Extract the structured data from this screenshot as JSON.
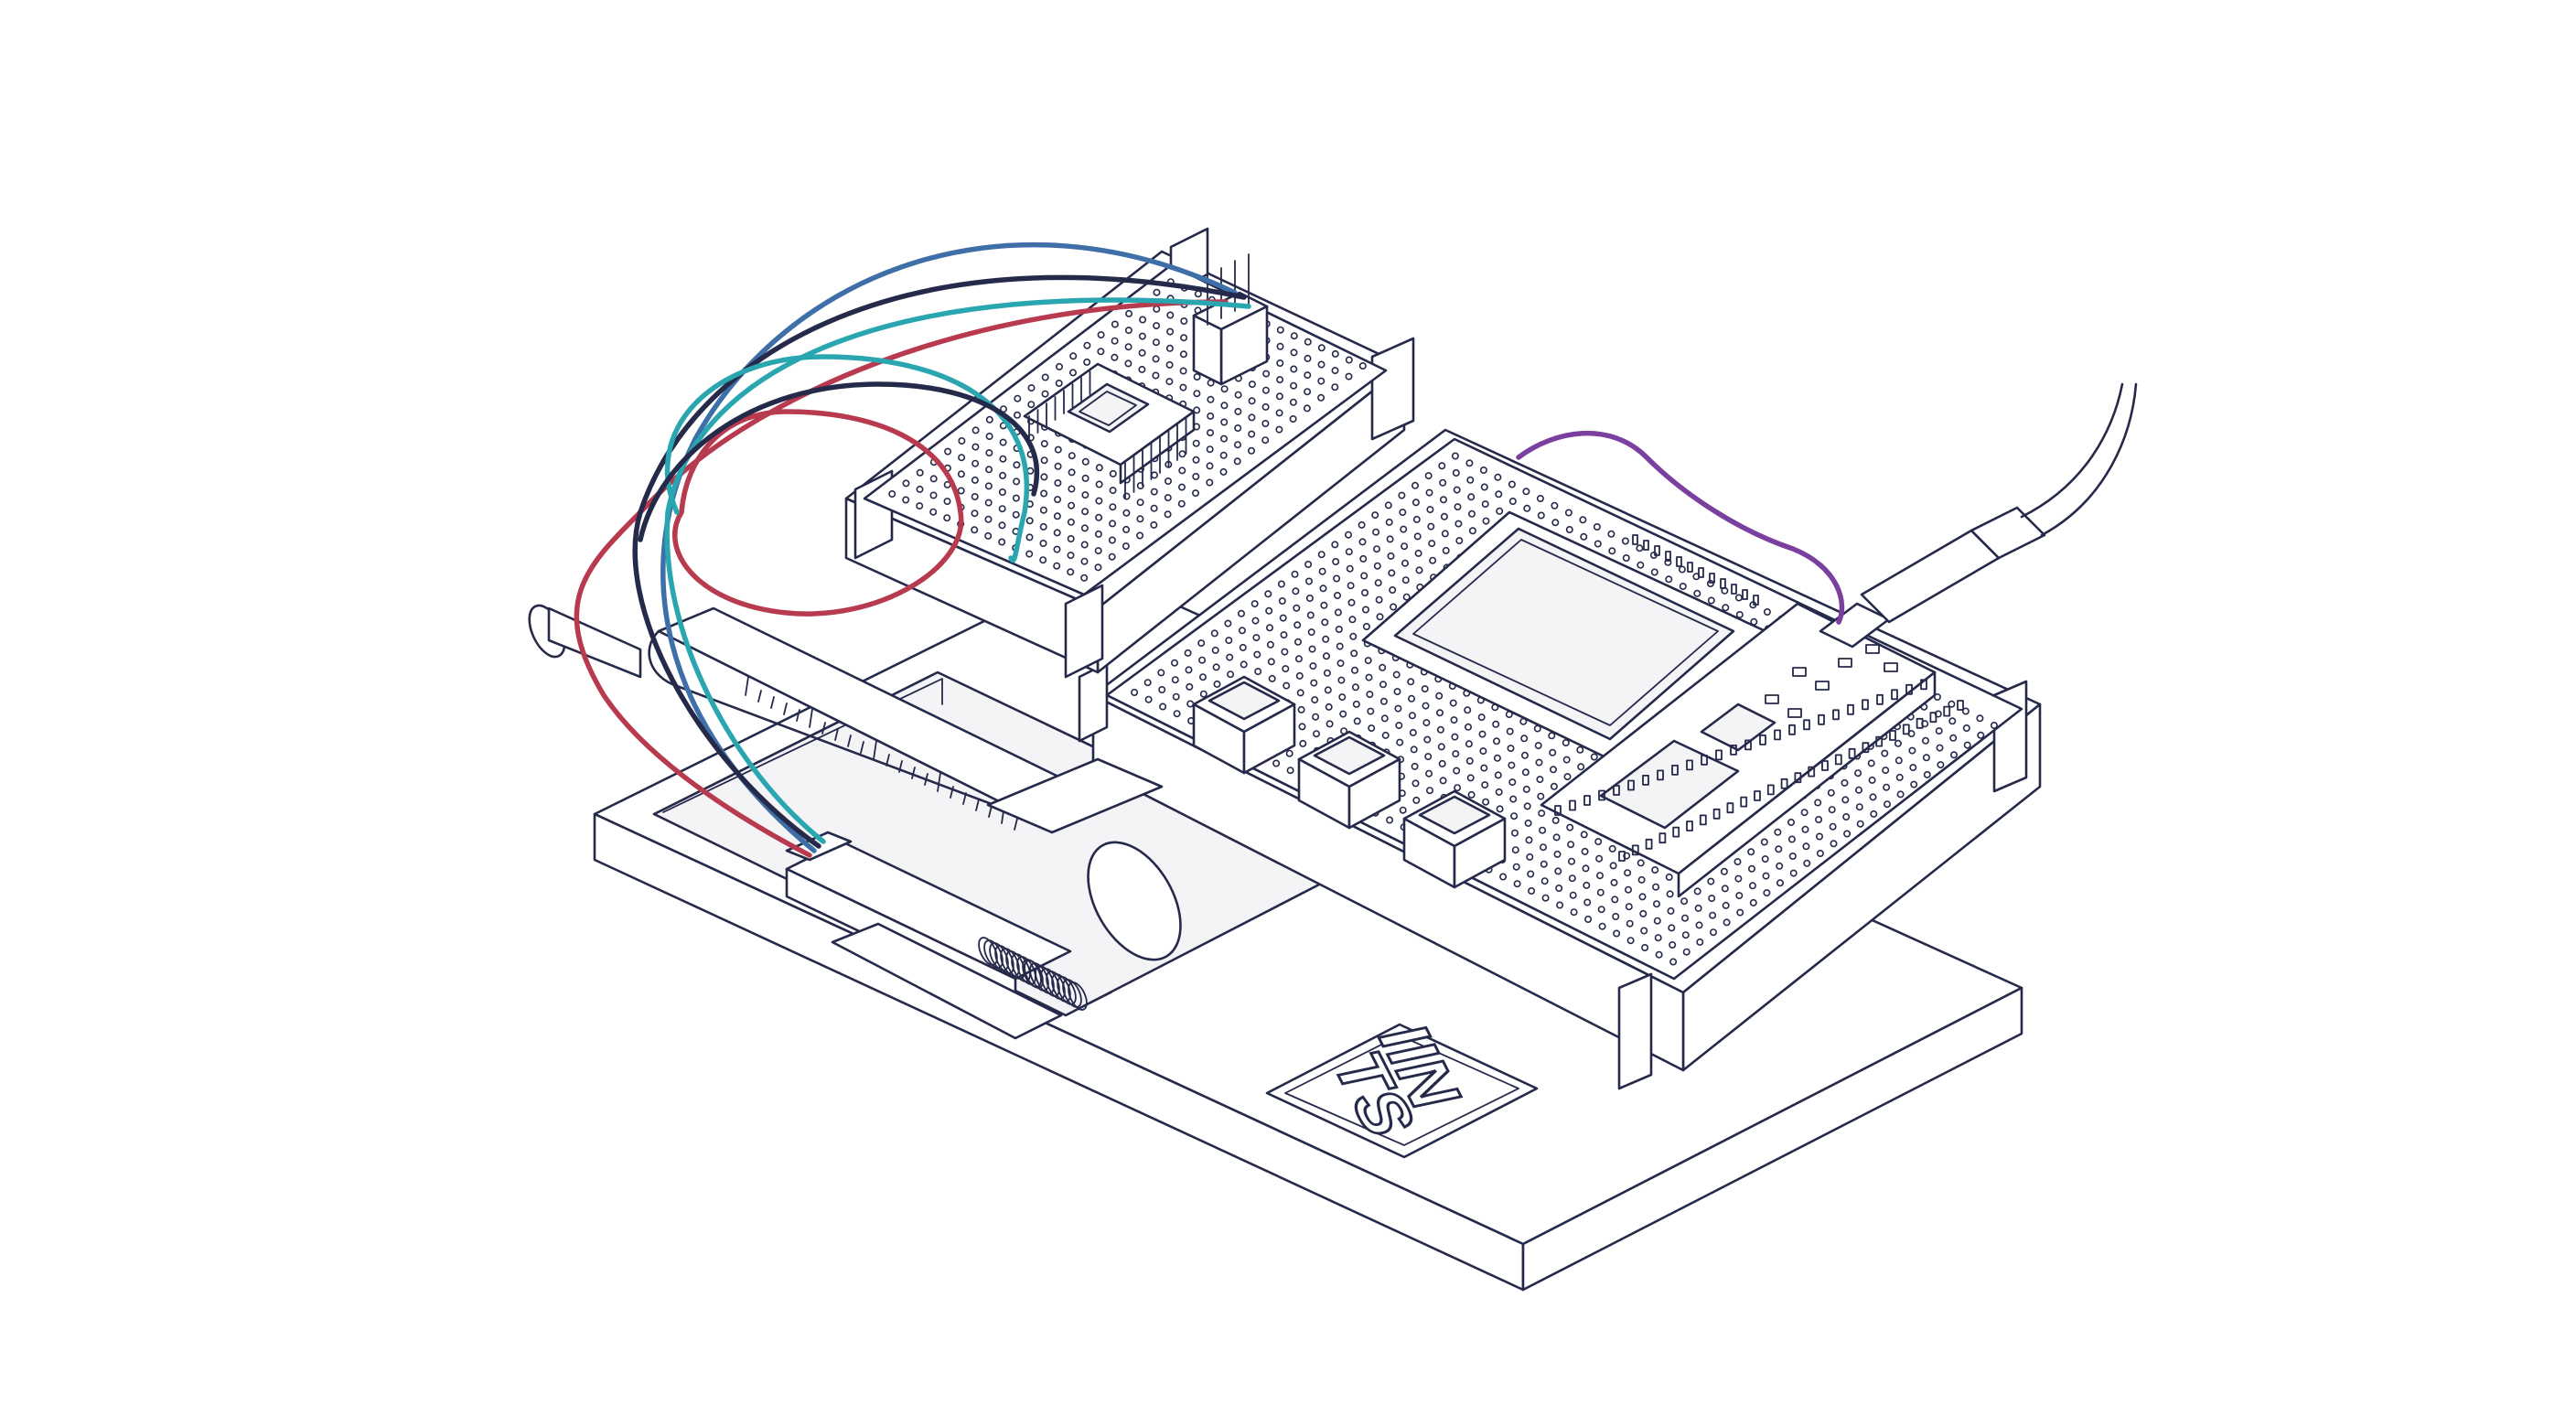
{
  "logo": {
    "line1": "IIN",
    "line2": "TS"
  },
  "colors": {
    "outline": "#262a4a",
    "wire_red": "#b83a4e",
    "wire_blue": "#3f6fa8",
    "wire_teal": "#2aa6b0",
    "wire_black": "#262a4a",
    "wire_purple": "#7b3fa0",
    "background": "#ffffff"
  },
  "icons": [
    "syringe",
    "stepper-driver-board",
    "microcontroller-board",
    "display-module",
    "push-button",
    "usb-cable"
  ]
}
